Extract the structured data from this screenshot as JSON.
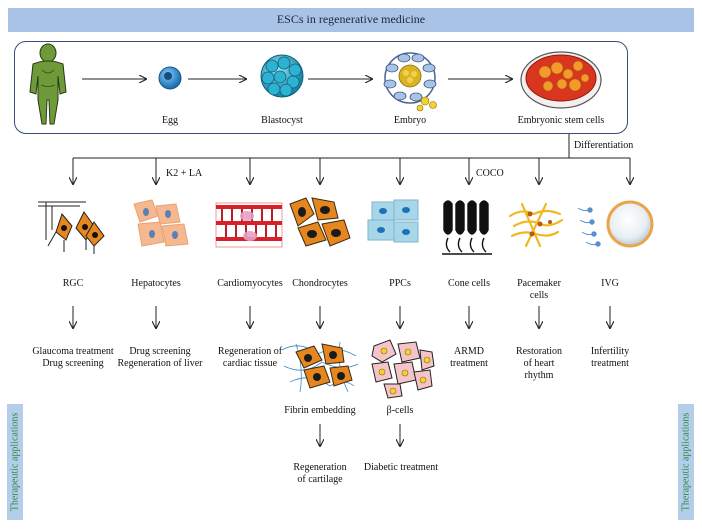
{
  "header": {
    "title": "ESCs in regenerative medicine"
  },
  "sidebar": {
    "left_label": "Therapeutic applications",
    "right_label": "Therapeutic applications"
  },
  "stages": [
    "Egg",
    "Blastocyst",
    "Embryo",
    "Embryonic stem cells"
  ],
  "differentiation_label": "Differentiation",
  "factors": {
    "k2la": "K2 + LA",
    "coco": "COCO"
  },
  "cell_types": [
    {
      "name": "RGC",
      "application": [
        "Glaucoma treatment",
        "Drug screening"
      ]
    },
    {
      "name": "Hepatocytes",
      "application": [
        "Drug screening",
        "Regeneration of liver"
      ]
    },
    {
      "name": "Cardiomyocytes",
      "application": [
        "Regeneration of",
        "cardiac tissue"
      ]
    },
    {
      "name": "Chondrocytes",
      "application": [
        "Fibrin embedding"
      ]
    },
    {
      "name": "PPCs",
      "application": [
        "β-cells"
      ]
    },
    {
      "name": "Cone cells",
      "application": [
        "ARMD",
        "treatment"
      ]
    },
    {
      "name": [
        "Pacemaker",
        "cells"
      ],
      "application": [
        "Restoration",
        "of heart",
        "rhythm"
      ]
    },
    {
      "name": "IVG",
      "application": [
        "Infertility",
        "treatment"
      ]
    }
  ],
  "final_outcomes": {
    "chondrocytes": [
      "Regeneration",
      "of cartilage"
    ],
    "ppcs": "Diabetic treatment"
  },
  "colors": {
    "header": "#a9c3e6",
    "side_bar": "#b4cde8",
    "side_text": "#2f8a4a",
    "human": "#6f9a3a",
    "egg": "#2a8fd0",
    "blastocyst": "#2aa9c9",
    "embryo_yellow": "#d8b322",
    "esc_dish": "#d9351f",
    "hepatocyte": "#f6b88f",
    "chondrocyte": "#e6861f",
    "ppc": "#a7d6e9",
    "beta_cell": "#f4c4c8"
  }
}
